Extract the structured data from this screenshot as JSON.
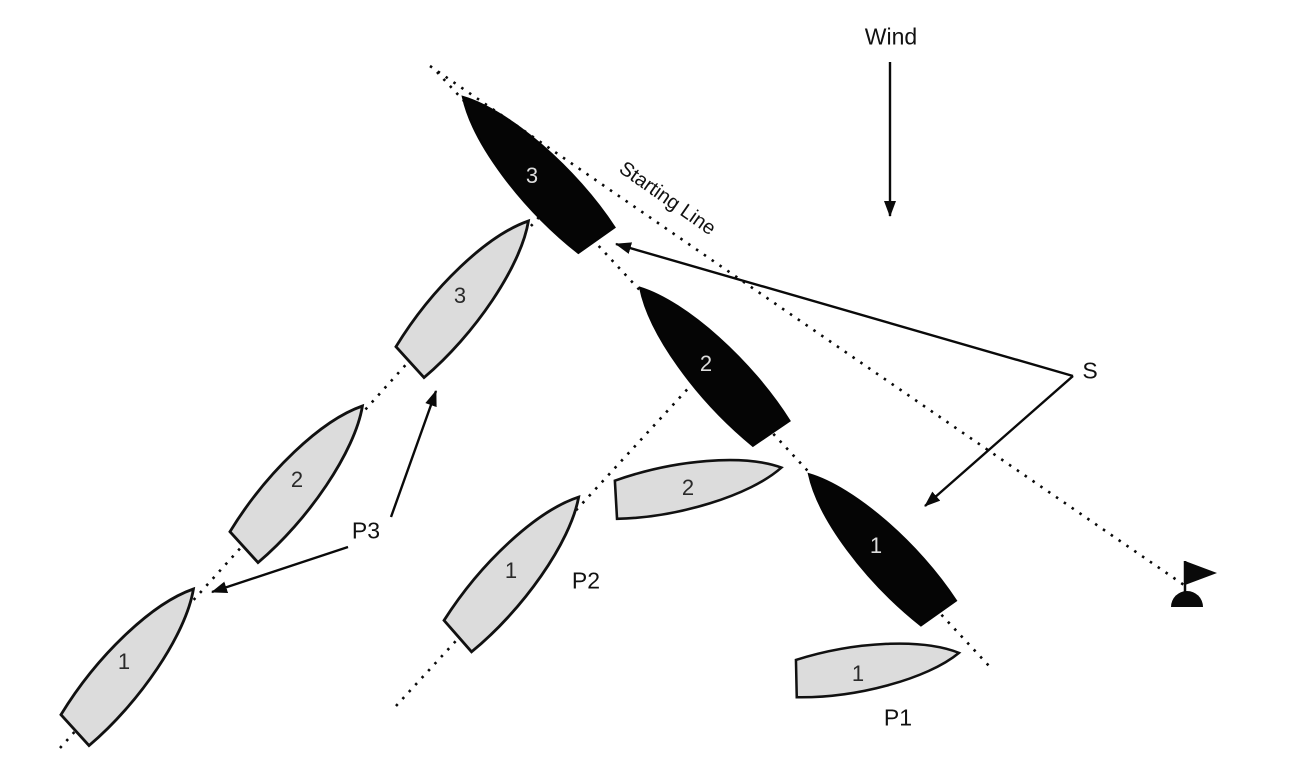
{
  "labels": {
    "wind": "Wind",
    "starting_line": "Starting Line",
    "s": "S",
    "p1": "P1",
    "p2": "P2",
    "p3": "P3"
  },
  "boats": {
    "s_1": {
      "number": "1"
    },
    "s_2": {
      "number": "2"
    },
    "s_3": {
      "number": "3"
    },
    "p3_1": {
      "number": "1"
    },
    "p3_2": {
      "number": "2"
    },
    "p3_3": {
      "number": "3"
    },
    "p2_1": {
      "number": "1"
    },
    "p2_2": {
      "number": "2"
    },
    "p1_1": {
      "number": "1"
    }
  },
  "colors": {
    "background": "#ffffff",
    "line": "#0a0a0a",
    "boat_dark_fill": "#050505",
    "boat_light_fill": "#dcdcdc",
    "boat_outline": "#111111",
    "number_on_dark": "#dddddd",
    "number_on_light": "#2a2a2a",
    "text": "#111111"
  }
}
